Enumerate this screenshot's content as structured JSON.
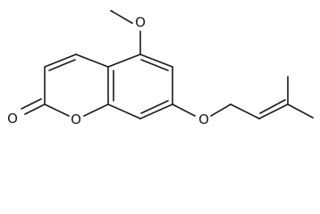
{
  "structure": {
    "atom_labels": {
      "methoxy_oxygen": "O",
      "ether_oxygen": "O",
      "ring_oxygen": "O",
      "carbonyl_oxygen": "O"
    }
  }
}
